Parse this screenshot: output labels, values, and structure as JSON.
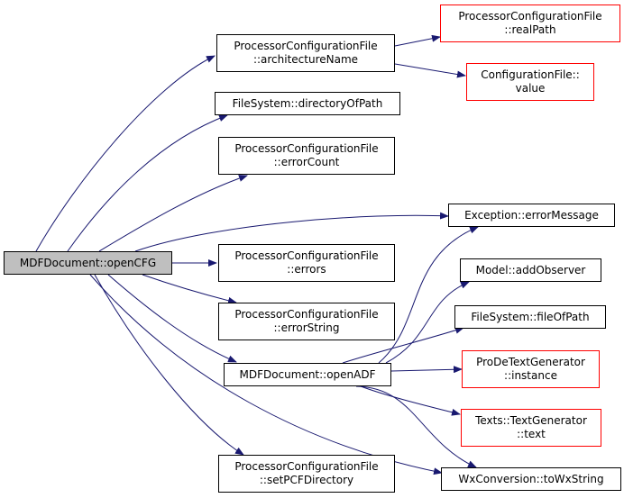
{
  "colors": {
    "edge": "#191970",
    "border": "#000000",
    "border_undocumented": "#ff0000",
    "root_fill": "#bfbfbf"
  },
  "nodes": {
    "root": [
      "MDFDocument::openCFG"
    ],
    "archName": [
      "ProcessorConfigurationFile",
      "::architectureName"
    ],
    "realPath": [
      "ProcessorConfigurationFile",
      "::realPath"
    ],
    "cfgValue": [
      "ConfigurationFile::",
      "value"
    ],
    "dirOfPath": [
      "FileSystem::directoryOfPath"
    ],
    "errorCount": [
      "ProcessorConfigurationFile",
      "::errorCount"
    ],
    "errorMessage": [
      "Exception::errorMessage"
    ],
    "errors": [
      "ProcessorConfigurationFile",
      "::errors"
    ],
    "addObserver": [
      "Model::addObserver"
    ],
    "errorString": [
      "ProcessorConfigurationFile",
      "::errorString"
    ],
    "fileOfPath": [
      "FileSystem::fileOfPath"
    ],
    "openADF": [
      "MDFDocument::openADF"
    ],
    "prodeInstance": [
      "ProDeTextGenerator",
      "::instance"
    ],
    "textsText": [
      "Texts::TextGenerator",
      "::text"
    ],
    "setPCF": [
      "ProcessorConfigurationFile",
      "::setPCFDirectory"
    ],
    "toWx": [
      "WxConversion::toWxString"
    ]
  },
  "edges": [
    [
      "root",
      "archName"
    ],
    [
      "root",
      "dirOfPath"
    ],
    [
      "root",
      "errorCount"
    ],
    [
      "root",
      "errorMessage"
    ],
    [
      "root",
      "errors"
    ],
    [
      "root",
      "errorString"
    ],
    [
      "root",
      "openADF"
    ],
    [
      "root",
      "setPCF"
    ],
    [
      "root",
      "toWx"
    ],
    [
      "archName",
      "realPath"
    ],
    [
      "archName",
      "cfgValue"
    ],
    [
      "openADF",
      "errorMessage"
    ],
    [
      "openADF",
      "addObserver"
    ],
    [
      "openADF",
      "fileOfPath"
    ],
    [
      "openADF",
      "prodeInstance"
    ],
    [
      "openADF",
      "textsText"
    ],
    [
      "openADF",
      "toWx"
    ]
  ]
}
